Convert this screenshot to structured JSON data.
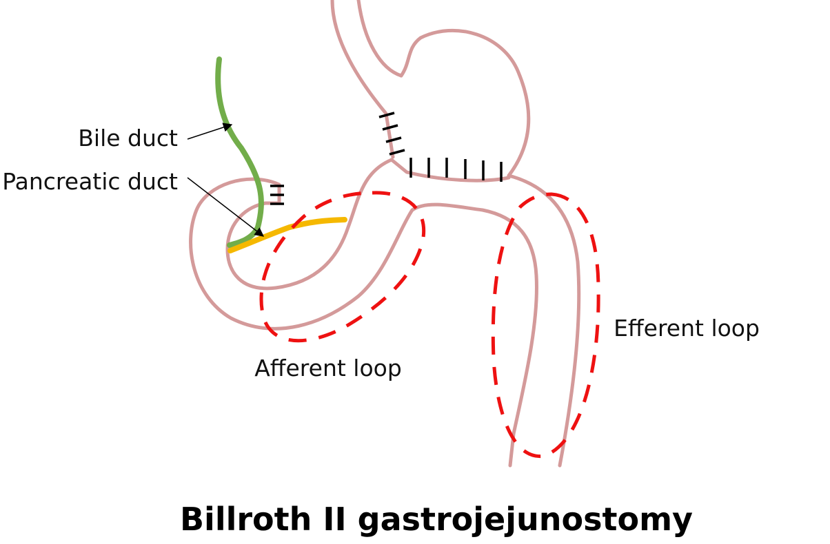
{
  "title": "Billroth II gastrojejunostomy",
  "labels": {
    "bile_duct": "Bile duct",
    "pancreatic_duct": "Pancreatic duct",
    "afferent_loop": "Afferent loop",
    "efferent_loop": "Efferent loop"
  },
  "colors": {
    "organ_outline": "#d49a9a",
    "bile_duct": "#72ad4a",
    "pancreatic_duct": "#f5b800",
    "loop_outline": "#ee1111",
    "suture": "#000000",
    "arrow": "#000000"
  }
}
